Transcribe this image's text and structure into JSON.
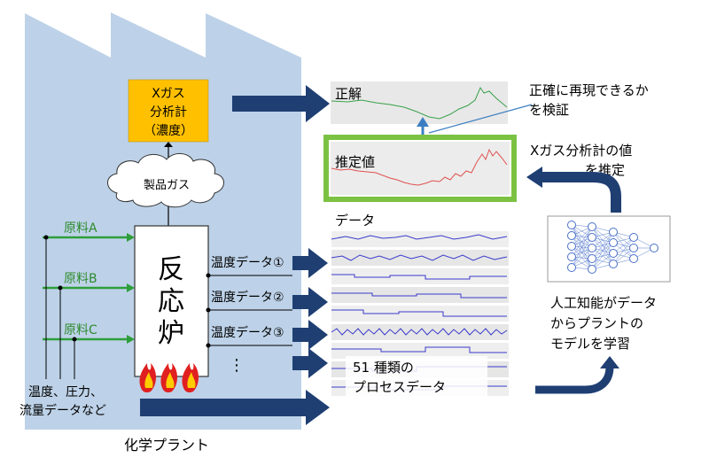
{
  "plant": {
    "label": "化学プラント",
    "analyzer": [
      "Xガス",
      "分析計",
      "（濃度）"
    ],
    "product_gas": "製品ガス",
    "reactor": [
      "反",
      "応",
      "炉"
    ],
    "feeds": [
      "原料A",
      "原料B",
      "原料C"
    ],
    "feed_data_note": [
      "温度、圧力、",
      "流量データなど"
    ],
    "process_data_labels": [
      "温度データ①",
      "温度データ②",
      "温度データ③"
    ],
    "more_marker": "⋮"
  },
  "panels": {
    "truth_label": "正解",
    "estimate_label": "推定値",
    "data_label": "データ",
    "data_count_caption": [
      "51 種類の",
      "プロセスデータ"
    ]
  },
  "annotations": {
    "verify_note": [
      "正確に再現できるか",
      "を検証"
    ],
    "estimate_note": [
      "Xガス分析計の値",
      "を推定"
    ],
    "ai_note": [
      "人工知能がデータ",
      "からプラントの",
      "モデルを学習"
    ]
  },
  "colors": {
    "plant_bg": "#bdd2e8",
    "arrow": "#1f3f73",
    "green_line": "#2e9e3b",
    "analyzer_fill": "#ffc000",
    "estimate_border": "#7cc242",
    "truth_line": "#3aa04a",
    "estimate_line": "#e05050",
    "data_line": "#3a3acc"
  }
}
